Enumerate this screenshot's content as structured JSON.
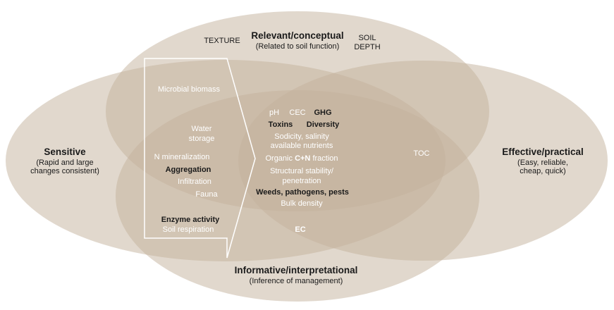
{
  "colors": {
    "ellipse_fill": "#c4b19c",
    "dark_text": "#1a1a1a",
    "light_text": "#ffffff",
    "bracket": "#ffffff"
  },
  "sets": {
    "relevant": {
      "title": "Relevant/conceptual",
      "subtitle": "(Related to soil function)"
    },
    "sensitive": {
      "title": "Sensitive",
      "subtitle_line1": "(Rapid and large",
      "subtitle_line2": "changes consistent)"
    },
    "effective": {
      "title": "Effective/practical",
      "subtitle_line1": "(Easy, reliable,",
      "subtitle_line2": "cheap, quick)"
    },
    "informative": {
      "title": "Informative/interpretational",
      "subtitle": "(Inference of management)"
    }
  },
  "indicators": {
    "texture": "TEXTURE",
    "soil": "SOIL",
    "depth": "DEPTH",
    "microbial_biomass": "Microbial biomass",
    "water": "Water",
    "storage": "storage",
    "n_mineralization": "N mineralization",
    "aggregation": "Aggregation",
    "infiltration": "Infiltration",
    "fauna": "Fauna",
    "enzyme_activity": "Enzyme activity",
    "soil_respiration": "Soil respiration",
    "ph": "pH",
    "cec": "CEC",
    "ghg": "GHG",
    "toxins": "Toxins",
    "diversity": "Diversity",
    "sodicity": "Sodicity, salinity",
    "available_nutrients": "available nutrients",
    "organic": "Organic",
    "cn": "C+N",
    "fraction": "fraction",
    "structural_stability": "Structural stability/",
    "penetration": "penetration",
    "weeds": "Weeds, pathogens, pests",
    "bulk_density": "Bulk density",
    "toc": "TOC",
    "ec": "EC"
  }
}
